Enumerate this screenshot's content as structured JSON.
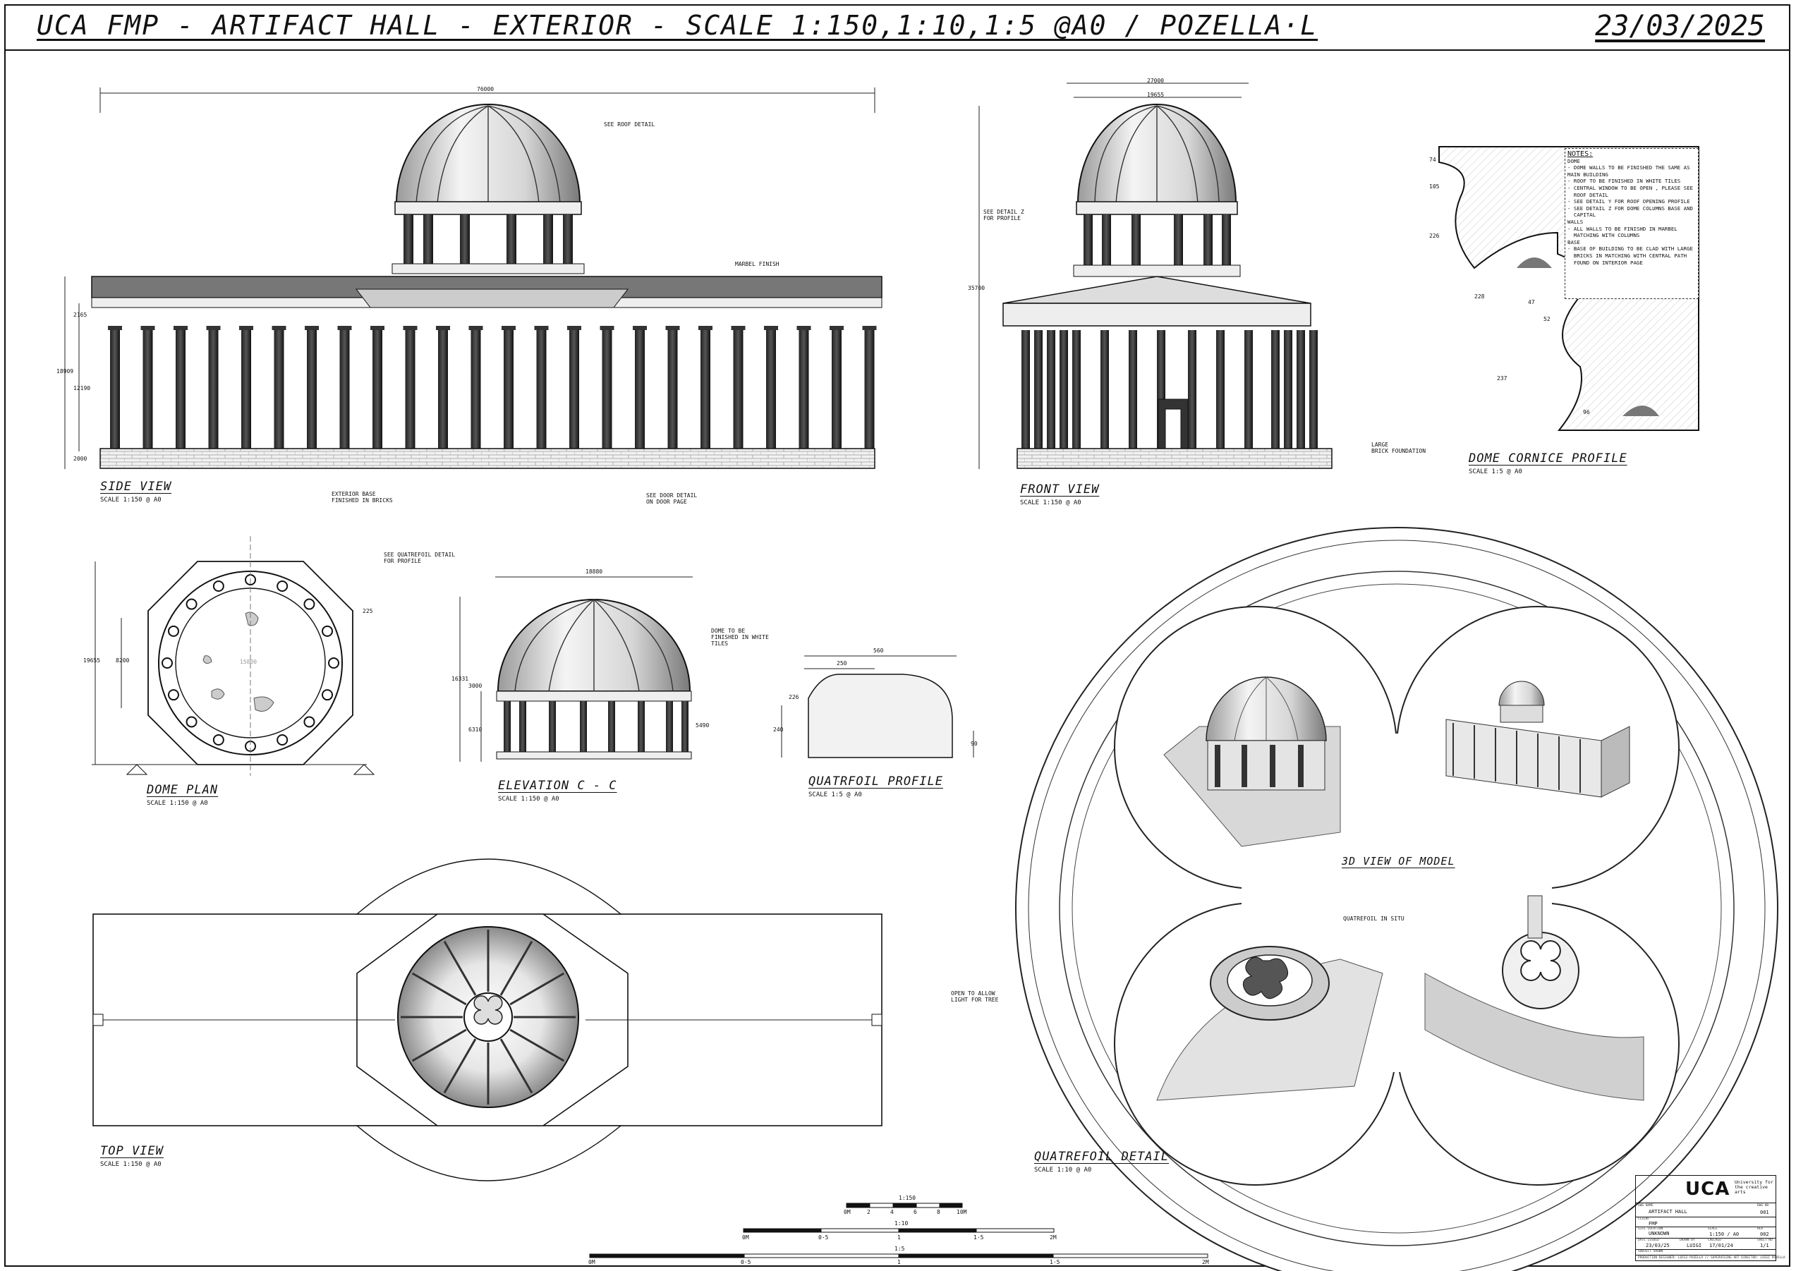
{
  "header": {
    "title": "UCA FMP  -  ARTIFACT HALL  -  EXTERIOR  -  SCALE 1:150,1:10,1:5 @A0   /  POZELLA·L",
    "date": "23/03/2025"
  },
  "views": {
    "side": {
      "label": "SIDE VIEW",
      "scale": "SCALE 1:150 @ A0"
    },
    "front": {
      "label": "FRONT VIEW",
      "scale": "SCALE 1:150 @ A0"
    },
    "cornice": {
      "label": "DOME CORNICE PROFILE",
      "scale": "SCALE 1:5 @ A0"
    },
    "dome_plan": {
      "label": "DOME PLAN",
      "scale": "SCALE 1:150 @ A0"
    },
    "elevation": {
      "label": "ELEVATION C - C",
      "scale": "SCALE 1:150 @ A0"
    },
    "quatrefoil_profile": {
      "label": "QUATRFOIL PROFILE",
      "scale": "SCALE 1:5 @ A0"
    },
    "top": {
      "label": "TOP VIEW",
      "scale": "SCALE 1:150 @ A0"
    },
    "quatrefoil_detail": {
      "label": "QUATREFOIL DETAIL",
      "scale": "SCALE 1:10 @ A0"
    },
    "model3d": {
      "label": "3D VIEW OF MODEL"
    }
  },
  "annotations": {
    "see_roof_detail": "SEE ROOF DETAIL",
    "marbel_finish": "MARBEL FINISH",
    "exterior_base": "EXTERIOR BASE\nFINISHED IN BRICKS",
    "see_door_detail": "SEE DOOR DETAIL\nON DOOR PAGE",
    "see_detail_z": "SEE DETAIL Z\nFOR PROFILE",
    "large_brick": "LARGE\nBRICK FOUNDATION",
    "see_quatrefoil": "SEE QUATREFOIL DETAIL\nFOR PROFILE",
    "dome_white_tiles": "DOME TO BE\nFINISHED IN WHITE\nTILES",
    "quatrefoil_in_situ": "QUATREFOIL IN SITU",
    "open_to_allow": "OPEN TO ALLOW\nLIGHT FOR TREE"
  },
  "dimensions": {
    "side_width": "76000",
    "side_h1": "2165",
    "side_total": "18909",
    "side_h2": "12190",
    "side_h3": "2000",
    "front_w1": "27000",
    "front_w2": "19655",
    "front_height": "35700",
    "plan_w": "19655",
    "plan_h": "8200",
    "plan_inner": "15800",
    "plan_angle": "225",
    "elev_w": "18880",
    "elev_h1": "16331",
    "elev_h2": "3000",
    "elev_h3": "6310",
    "elev_h4": "5490",
    "qp_w1": "560",
    "qp_w2": "250",
    "qp_r": "226",
    "qp_h1": "240",
    "qp_h2": "90",
    "c1": "74",
    "c2": "105",
    "c3": "226",
    "c4": "228",
    "c5": "47",
    "c6": "52",
    "c7": "237",
    "c8": "96"
  },
  "notes": {
    "heading": "NOTES:",
    "items": [
      "DOME\n- DOME WALLS TO BE FINISHED THE SAME AS",
      "MAIN BUILDING\n- ROOF TO BE FINISHED IN WHITE TILES\n- CENTRAL WINDOW TO BE OPEN , PLEASE SEE\n  ROOF DETAIL\n- SEE DETAIL Y FOR ROOF OPENING PROFILE\n- SEE DETAIL Z FOR DOME COLUMNS BASE AND\n  CAPITAL",
      "WALLS\n- ALL WALLS TO BE FINISHD IN MARBEL\n  MATCHING WITH COLUMNS",
      "BASE\n- BASE OF BUILDING TO BE CLAD WITH LARGE\n  BRICKS IN MATCHING WITH CENTRAL PATH\n  FOUND ON INTERIOR PAGE"
    ]
  },
  "scalebars": {
    "s150": {
      "title": "1:150",
      "ticks": [
        "0M",
        "2",
        "4",
        "6",
        "8",
        "10M"
      ]
    },
    "s10": {
      "title": "1:10",
      "ticks": [
        "0M",
        "0·5",
        "1",
        "1·5",
        "2M"
      ]
    },
    "s5": {
      "title": "1:5",
      "ticks": [
        "0M",
        "0·5",
        "1",
        "1·5",
        "2M"
      ]
    }
  },
  "title_block": {
    "logo": "UCA",
    "logo_sub": "University for the creative arts",
    "project_cap": "DWG NAME",
    "project": "ARTIFACT HALL",
    "dwg_no_cap": "DWG NO",
    "dwg_no": "001",
    "client_cap": "CLIENT",
    "client": "FMP",
    "location_cap": "SITE LOCATION",
    "location": "UNKNOWN",
    "scale_cap": "SCALE",
    "scale": "1:150 / A0",
    "rev_cap": "REV",
    "rev": "002",
    "date_cap": "DATE ISSUED",
    "date": "23/03/25",
    "drawn_cap": "DRAWN BY",
    "drawn": "LUIGI",
    "checked_cap": "CHECKED",
    "checked": "17/01/24",
    "sheet_cap": "SHEET NO",
    "sheet": "1/1",
    "subject_cap": "SUBJECT SHOWN",
    "footer": "PRODUCTION DESIGNER: LUIGI POZELLA // SUPERVISING ART DIRECTOR: LUIGI POZELLA"
  }
}
